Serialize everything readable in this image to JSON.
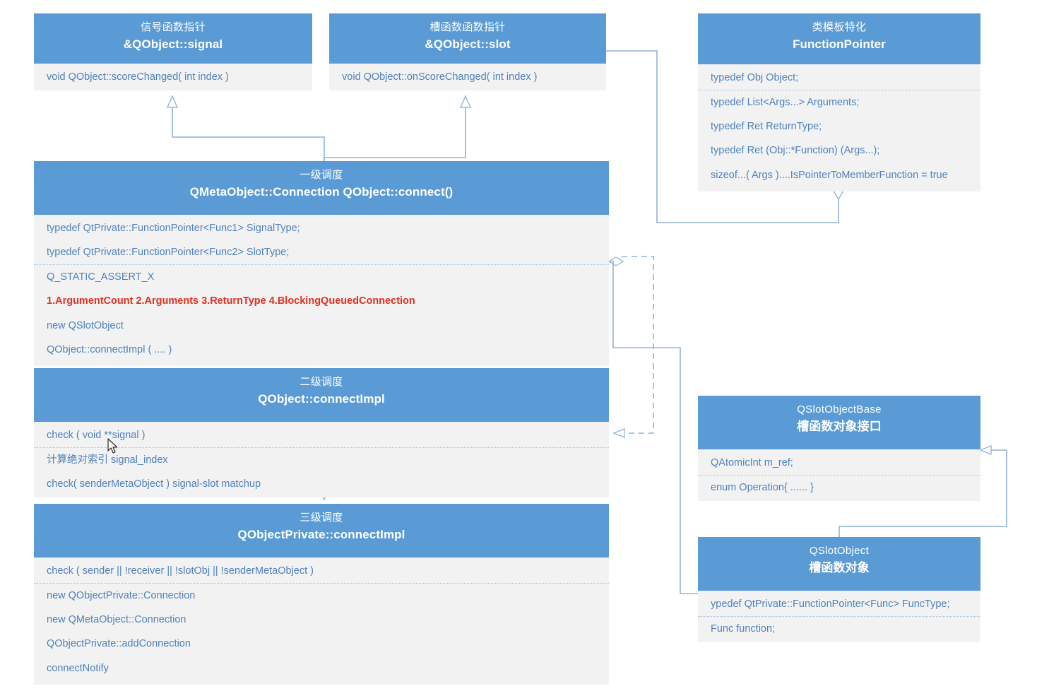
{
  "theme": {
    "header_blue": "#5b9bd5",
    "body_gray": "#f2f2f2",
    "text_blue": "#4f81bd",
    "accent_red": "#e03020",
    "edge_blue": "#8eb4d8"
  },
  "nodes": {
    "signal_pointer": {
      "title_cn": "信号函数指针",
      "title_code": "&QObject::signal",
      "rows": [
        "void QObject::scoreChanged( int index )"
      ]
    },
    "slot_pointer": {
      "title_cn": "槽函数函数指针",
      "title_code": "&QObject::slot",
      "rows": [
        "void QObject::onScoreChanged( int index )"
      ]
    },
    "function_pointer": {
      "title_cn": "类模板特化",
      "title_code": "FunctionPointer",
      "rows": [
        "typedef Obj Object;",
        "typedef List<Args...>  Arguments;",
        "typedef Ret ReturnType;",
        "typedef Ret (Obj::*Function) (Args...);",
        "sizeof...( Args )....IsPointerToMemberFunction = true"
      ]
    },
    "connect": {
      "title_cn": "一级调度",
      "title_code": "QMetaObject::Connection QObject::connect()",
      "rows": [
        "typedef QtPrivate::FunctionPointer<Func1> SignalType;",
        "typedef QtPrivate::FunctionPointer<Func2> SlotType;",
        "Q_STATIC_ASSERT_X",
        "1.ArgumentCount 2.Arguments 3.ReturnType 4.BlockingQueuedConnection",
        "new QSlotObject",
        "QObject::connectImpl ( .... )"
      ]
    },
    "connect_impl": {
      "title_cn": "二级调度",
      "title_code": "QObject::connectImpl",
      "rows": [
        "check ( void **signal )",
        "计算绝对索引 signal_index",
        "check( senderMetaObject ) signal-slot matchup"
      ]
    },
    "private_connect_impl": {
      "title_cn": "三级调度",
      "title_code": "QObjectPrivate::connectImpl",
      "rows": [
        "check ( sender || !receiver || !slotObj || !senderMetaObject )",
        "new QObjectPrivate::Connection",
        "new QMetaObject::Connection",
        "QObjectPrivate::addConnection",
        "connectNotify"
      ]
    },
    "slot_object_base": {
      "title_cn": "QSlotObjectBase",
      "title_code": "槽函数对象接口",
      "rows": [
        "QAtomicInt m_ref;",
        "enum Operation{ ...... }"
      ]
    },
    "slot_object": {
      "title_cn": "QSlotObject",
      "title_code": "槽函数对象",
      "rows": [
        "ypedef QtPrivate::FunctionPointer<Func> FuncType;",
        "Func function;"
      ]
    }
  }
}
